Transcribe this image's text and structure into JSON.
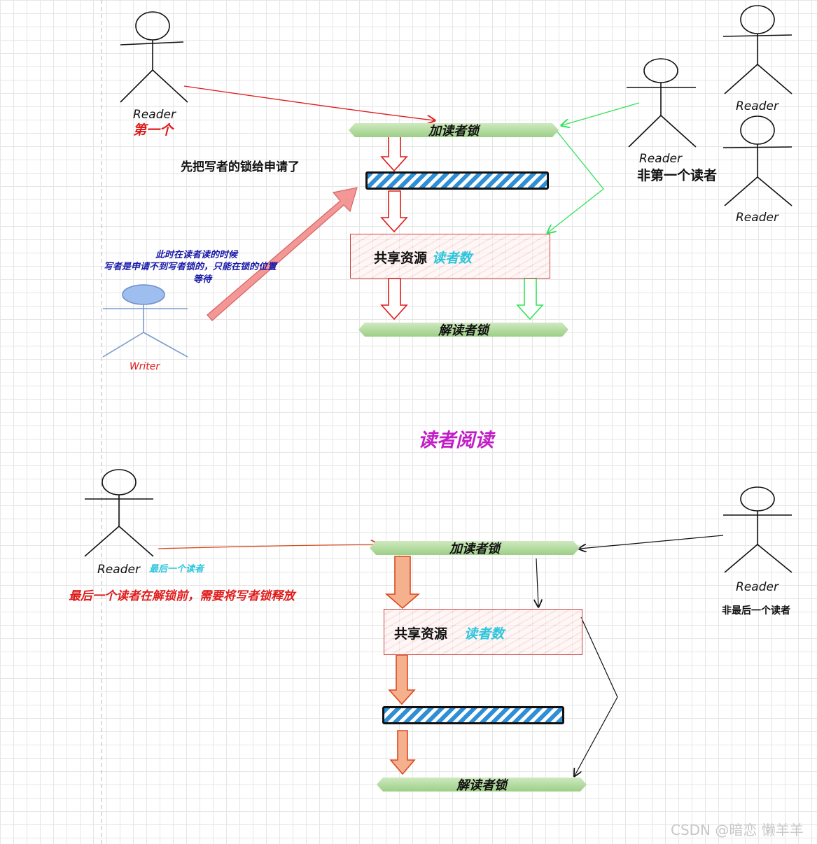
{
  "top": {
    "first_reader_label": "Reader",
    "first_reader_note": "第一个",
    "add_lock": "加读者锁",
    "writer_lock_note": "先把写者的锁给申请了",
    "shared_resource": "共享资源",
    "reader_count": "读者数",
    "release_lock": "解读者锁",
    "writer_note_line1": "此时在读者读的时候",
    "writer_note_line2": "写者是申请不到写者锁的，只能在锁的位置",
    "writer_note_line3": "等待",
    "writer_label": "Writer",
    "other_reader_label": "Reader",
    "other_reader_note": "非第一个读者",
    "reader_right_top": "Reader",
    "reader_right_bottom": "Reader"
  },
  "middle_title": "读者阅读",
  "bottom": {
    "last_reader_label": "Reader",
    "last_reader_tag": "最后一个读者",
    "last_reader_note": "最后一个读者在解锁前，需要将写者锁释放",
    "add_lock": "加读者锁",
    "shared_resource": "共享资源",
    "reader_count": "读者数",
    "release_lock": "解读者锁",
    "other_reader_label": "Reader",
    "other_reader_note": "非最后一个读者"
  },
  "watermark": "CSDN @暗恋 懒羊羊",
  "colors": {
    "lock_green": "#9ccf86",
    "stripe_blue": "#2f8fd6",
    "red": "#e01b1b",
    "purple": "#c21ec7",
    "cyan": "#2cc6dc",
    "navy": "#1a1aa8"
  }
}
